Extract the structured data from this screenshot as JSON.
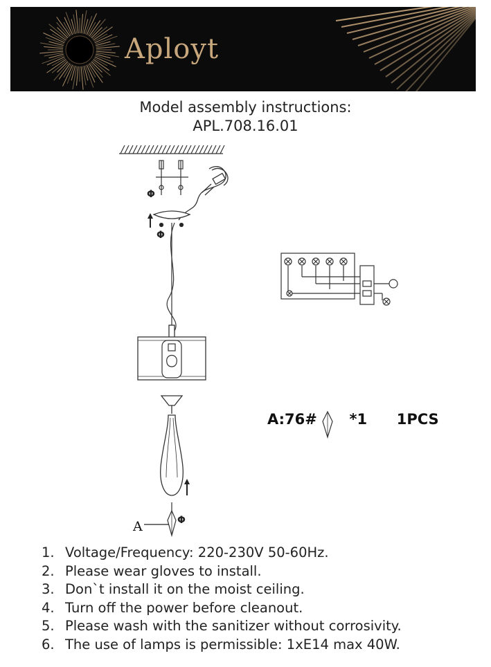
{
  "header": {
    "brand": "Aployt",
    "colors": {
      "background": "#0b0b0b",
      "accent": "#c9a77c"
    }
  },
  "document": {
    "title_line1": "Model assembly instructions:",
    "title_line2": "APL.708.16.01"
  },
  "diagram": {
    "icons": [
      "ceiling-mount-icon",
      "screw-icon",
      "wiring-diagram-icon",
      "lampshade-icon",
      "bulb-icon",
      "glass-drop-icon",
      "crystal-pendant-icon"
    ],
    "callout_letter": "A",
    "rotation_symbol": "Φ"
  },
  "parts": {
    "label": "A:76#",
    "multiplier": "*1",
    "count": "1PCS"
  },
  "instructions": [
    {
      "num": "1.",
      "text": "Voltage/Frequency: 220-230V 50-60Hz."
    },
    {
      "num": "2.",
      "text": "Please wear gloves to install."
    },
    {
      "num": "3.",
      "text": "Don`t install it on the moist ceiling."
    },
    {
      "num": "4.",
      "text": "Turn off the power before cleanout."
    },
    {
      "num": "5.",
      "text": "Please wash with the sanitizer without corrosivity."
    },
    {
      "num": "6.",
      "text": "The use of lamps is permissible: 1xE14 max 40W."
    }
  ]
}
